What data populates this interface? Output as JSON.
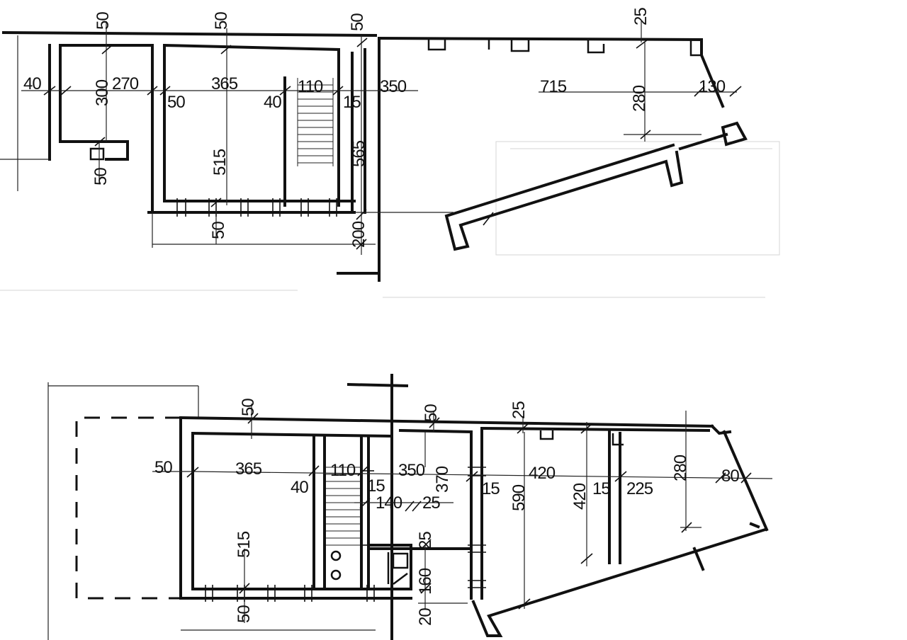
{
  "dimensions_top": [
    {
      "id": "t50a",
      "text": "50",
      "rot": -90
    },
    {
      "id": "t50b",
      "text": "50",
      "rot": -90
    },
    {
      "id": "t50c",
      "text": "50",
      "rot": -90
    },
    {
      "id": "t25",
      "text": "25",
      "rot": -90
    },
    {
      "id": "t40",
      "text": "40",
      "rot": 0
    },
    {
      "id": "t300",
      "text": "300",
      "rot": -90
    },
    {
      "id": "t270",
      "text": "270",
      "rot": 0
    },
    {
      "id": "t50d",
      "text": "50",
      "rot": 0
    },
    {
      "id": "t365",
      "text": "365",
      "rot": 0
    },
    {
      "id": "t40b",
      "text": "40",
      "rot": 0
    },
    {
      "id": "t110",
      "text": "110",
      "rot": 0
    },
    {
      "id": "t15",
      "text": "15",
      "rot": 0
    },
    {
      "id": "t350",
      "text": "350",
      "rot": 0
    },
    {
      "id": "t715",
      "text": "715",
      "rot": 0
    },
    {
      "id": "t280",
      "text": "280",
      "rot": -90
    },
    {
      "id": "t130",
      "text": "130",
      "rot": 0
    },
    {
      "id": "t515",
      "text": "515",
      "rot": -90
    },
    {
      "id": "t565",
      "text": "565",
      "rot": -90
    },
    {
      "id": "t50e",
      "text": "50",
      "rot": -90
    },
    {
      "id": "t50f",
      "text": "50",
      "rot": -90
    },
    {
      "id": "t200",
      "text": "200",
      "rot": -90
    }
  ],
  "dimensions_bottom": [
    {
      "id": "b50a",
      "text": "50",
      "rot": -90
    },
    {
      "id": "b50b",
      "text": "50",
      "rot": -90
    },
    {
      "id": "b25a",
      "text": "25",
      "rot": -90
    },
    {
      "id": "b50c",
      "text": "50",
      "rot": 0
    },
    {
      "id": "b365",
      "text": "365",
      "rot": 0
    },
    {
      "id": "b110",
      "text": "110",
      "rot": 0
    },
    {
      "id": "b350",
      "text": "350",
      "rot": 0
    },
    {
      "id": "b370",
      "text": "370",
      "rot": -90
    },
    {
      "id": "b40",
      "text": "40",
      "rot": 0
    },
    {
      "id": "b15a",
      "text": "15",
      "rot": 0
    },
    {
      "id": "b140",
      "text": "140",
      "rot": 0
    },
    {
      "id": "b25b",
      "text": "25",
      "rot": 0
    },
    {
      "id": "b15b",
      "text": "15",
      "rot": 0
    },
    {
      "id": "b590",
      "text": "590",
      "rot": -90
    },
    {
      "id": "b420a",
      "text": "420",
      "rot": 0
    },
    {
      "id": "b420b",
      "text": "420",
      "rot": -90
    },
    {
      "id": "b15c",
      "text": "15",
      "rot": 0
    },
    {
      "id": "b225",
      "text": "225",
      "rot": 0
    },
    {
      "id": "b280",
      "text": "280",
      "rot": -90
    },
    {
      "id": "b80",
      "text": "80",
      "rot": 0
    },
    {
      "id": "b515",
      "text": "515",
      "rot": -90
    },
    {
      "id": "b25c",
      "text": "25",
      "rot": -90
    },
    {
      "id": "b160",
      "text": "160",
      "rot": -90
    },
    {
      "id": "b50d",
      "text": "50",
      "rot": -90
    },
    {
      "id": "b20",
      "text": "20",
      "rot": -90
    }
  ]
}
